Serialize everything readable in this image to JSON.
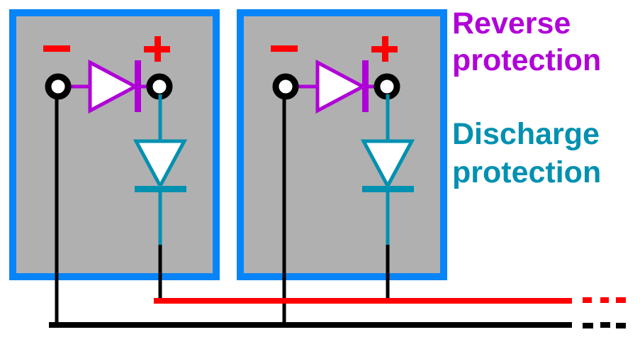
{
  "colors": {
    "panel_border": "#0785f8",
    "panel_fill": "#b0b0b0",
    "reverse": "#b000d8",
    "discharge": "#0090b0",
    "positive_bus": "#ff0000",
    "negative_bus": "#000000",
    "sign": "#ff0000"
  },
  "labels": {
    "reverse_line1": "Reverse",
    "reverse_line2": "protection",
    "discharge_line1": "Discharge",
    "discharge_line2": "protection"
  },
  "panels": [
    {
      "name": "panel-1",
      "negative_sign": "−",
      "positive_sign": "+"
    },
    {
      "name": "panel-2",
      "negative_sign": "−",
      "positive_sign": "+"
    }
  ]
}
